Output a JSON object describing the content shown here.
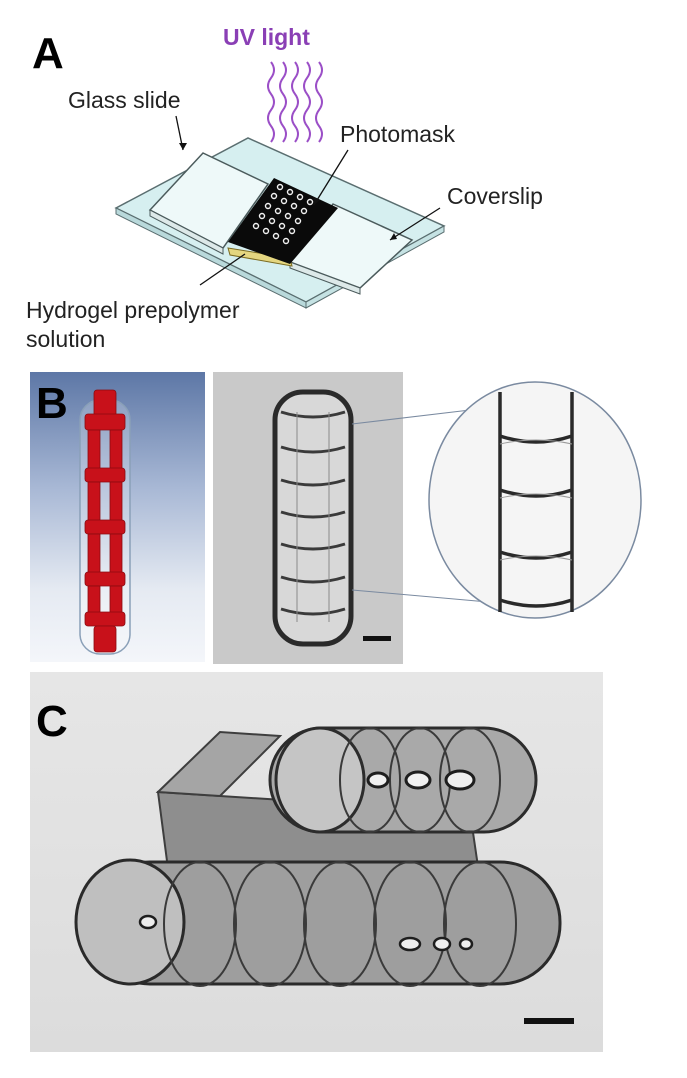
{
  "panels": {
    "a": {
      "letter": "A",
      "uv_label": "UV light",
      "glass_slide_label": "Glass slide",
      "photomask_label": "Photomask",
      "coverslip_label": "Coverslip",
      "hydrogel_label_line1": "Hydrogel prepolymer",
      "hydrogel_label_line2": "solution"
    },
    "b": {
      "letter": "B"
    },
    "c": {
      "letter": "C"
    }
  },
  "colors": {
    "uv": "#8a3fb5",
    "glass": "#d6eff0",
    "slide_top": "#e3f5f5",
    "mask": "#0a0a0a",
    "hydrogel": "#e4d680",
    "red_structure": "#c8111a"
  }
}
